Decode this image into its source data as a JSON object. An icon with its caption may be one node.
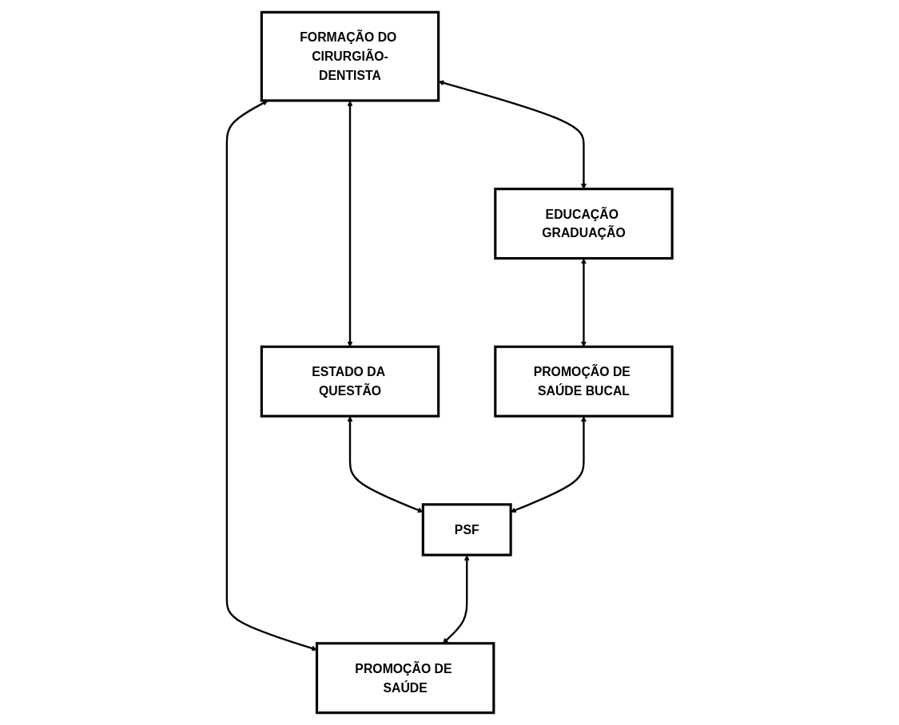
{
  "diagram": {
    "nodes": [
      {
        "text": [
          "FORMAÇÃO DO CIRURGIÃO-DENTISTA"
        ]
      },
      {
        "text": [
          "ESTADO DA QUESTÃO"
        ]
      },
      {
        "text": [
          "EDUCAÇÃO GRADUAÇÃO"
        ]
      },
      {
        "text": [
          "PROMOÇÃO DE SAÚDE"
        ]
      },
      {
        "text": [
          "PROMOÇÃO DE SAÚDE BUCAL"
        ]
      },
      {
        "text": [
          "PSF"
        ]
      }
    ],
    "edges": [
      {
        "from": 0,
        "to": 1,
        "arrow": "both"
      },
      {
        "from": 0,
        "to": 3,
        "arrow": "both"
      },
      {
        "from": 0,
        "to": 2,
        "arrow": "both"
      },
      {
        "from": 2,
        "to": 4,
        "arrow": "both"
      },
      {
        "from": 1,
        "to": 5,
        "arrow": "both"
      },
      {
        "from": 4,
        "to": 5,
        "arrow": "both"
      },
      {
        "from": 5,
        "to": 3,
        "arrow": "both"
      }
    ]
  }
}
